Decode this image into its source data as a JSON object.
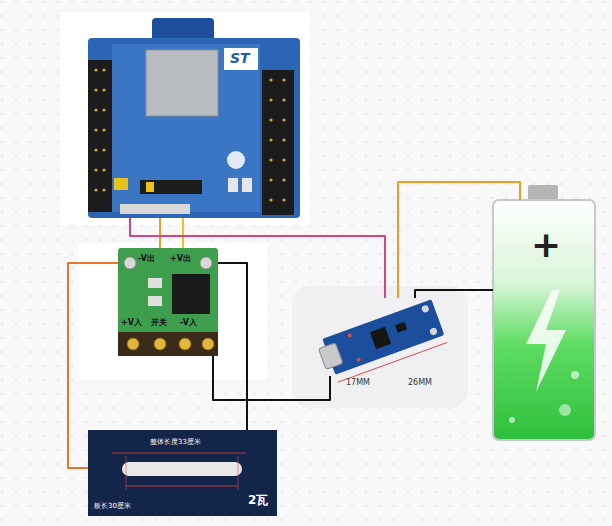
{
  "diagram": {
    "nodes": [
      {
        "text": [
          "ST"
        ]
      },
      {
        "text": [
          "-V出",
          "+V出",
          "+V入",
          "开关",
          "-V入"
        ]
      },
      {
        "text": [
          "17MM",
          "26MM"
        ]
      },
      {
        "text": [
          "+"
        ]
      },
      {
        "text": [
          "整体长度33厘米",
          "板长30厘米",
          "2瓦"
        ]
      }
    ],
    "edges": [
      {
        "from": 0,
        "to": 1,
        "arrow": "none"
      },
      {
        "from": 0,
        "to": 1,
        "arrow": "none"
      },
      {
        "from": 0,
        "to": 2,
        "arrow": "none"
      },
      {
        "from": 2,
        "to": 3,
        "arrow": "none"
      },
      {
        "from": 3,
        "to": 2,
        "arrow": "none"
      },
      {
        "from": 2,
        "to": 1,
        "arrow": "none"
      },
      {
        "from": 1,
        "to": 4,
        "arrow": "none"
      },
      {
        "from": 1,
        "to": 4,
        "arrow": "none"
      }
    ]
  }
}
